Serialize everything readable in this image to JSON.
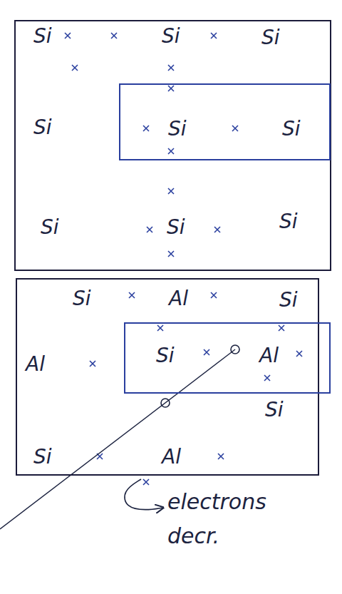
{
  "diagram": {
    "nodes": [
      {
        "text": [
          "Si",
          "Si",
          "Si",
          "Si",
          "Si",
          "Si",
          "Si"
        ]
      },
      {
        "text": [
          "Si",
          "Si"
        ],
        "in": 0
      },
      {
        "text": [
          "Si",
          "Al",
          "Si",
          "Al",
          "Si",
          "Si",
          "Al"
        ]
      },
      {
        "text": [
          "Si",
          "Al"
        ],
        "in": 2
      }
    ],
    "labels": [
      "electrons decr."
    ]
  }
}
